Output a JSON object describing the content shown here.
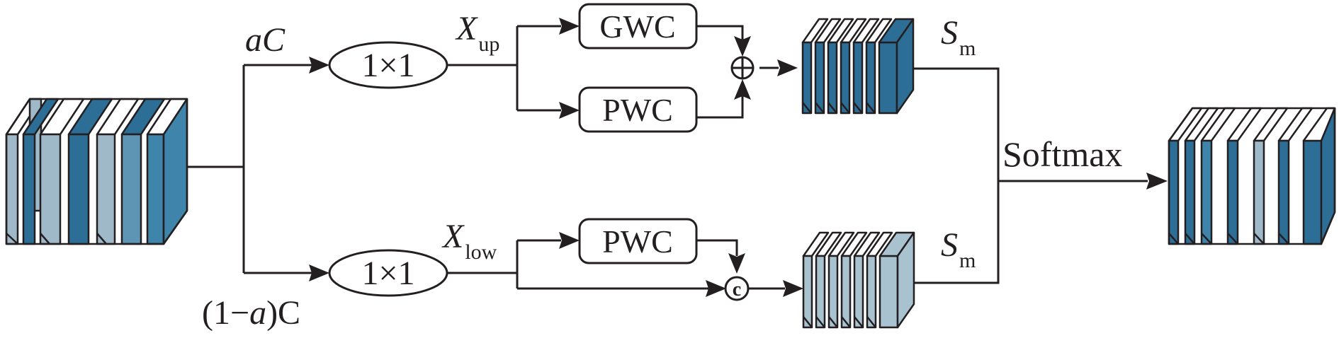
{
  "diagram": {
    "labels": {
      "ac_main": "a",
      "ac_sub": "C",
      "one_minus_a_prefix": "(1−",
      "one_minus_a_var": "a",
      "one_minus_a_suffix": ")C",
      "xup_main": "X",
      "xup_sub": "up",
      "xlow_main": "X",
      "xlow_sub": "low",
      "sm_top_main": "S",
      "sm_top_sub": "m",
      "sm_bot_main": "S",
      "sm_bot_sub": "m",
      "softmax": "Softmax"
    },
    "nodes": {
      "conv_top": "1×1",
      "conv_bottom": "1×1",
      "gwc": "GWC",
      "pwc_top": "PWC",
      "pwc_bottom": "PWC",
      "add_symbol": "⊕",
      "concat_symbol": "c"
    },
    "colors": {
      "ink": "#231f20",
      "blue_dark": "#2d6e96",
      "blue_mid": "#3f84ab",
      "blue_light": "#9fb9c9",
      "blue_pale": "#a9c2d0"
    }
  }
}
